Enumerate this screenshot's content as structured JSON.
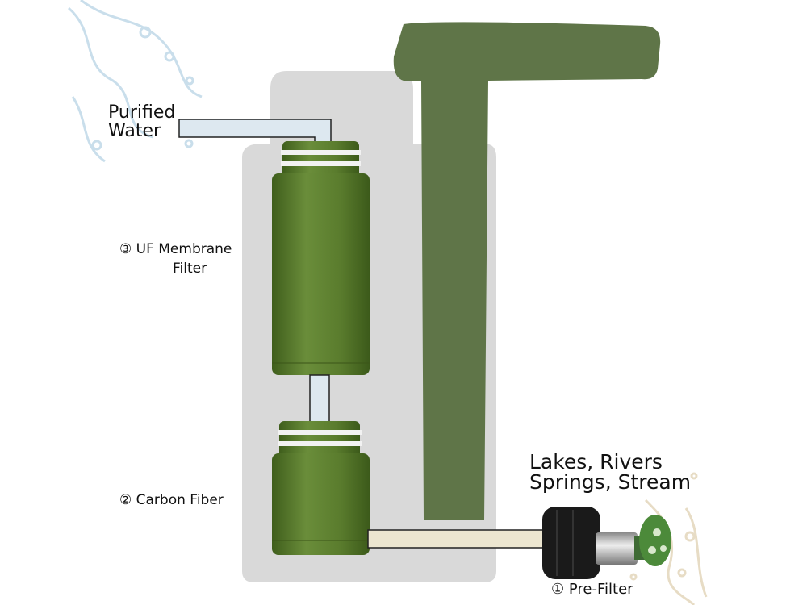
{
  "labels": {
    "purified_line1": "Purified",
    "purified_line2": "Water",
    "uf_line1": "③ UF Membrane",
    "uf_line2": "Filter",
    "carbon": "② Carbon Fiber",
    "source_line1": "Lakes, Rivers",
    "source_line2": "Springs, Stream",
    "prefilter": "① Pre-Filter"
  },
  "colors": {
    "housing": "#d9d9d9",
    "pump_green": "#5f7548",
    "filter_green": "#55782c",
    "clean_pipe": "#dde8f0",
    "dirty_pipe": "#ece6d0",
    "foam": "#1a1a1a"
  }
}
